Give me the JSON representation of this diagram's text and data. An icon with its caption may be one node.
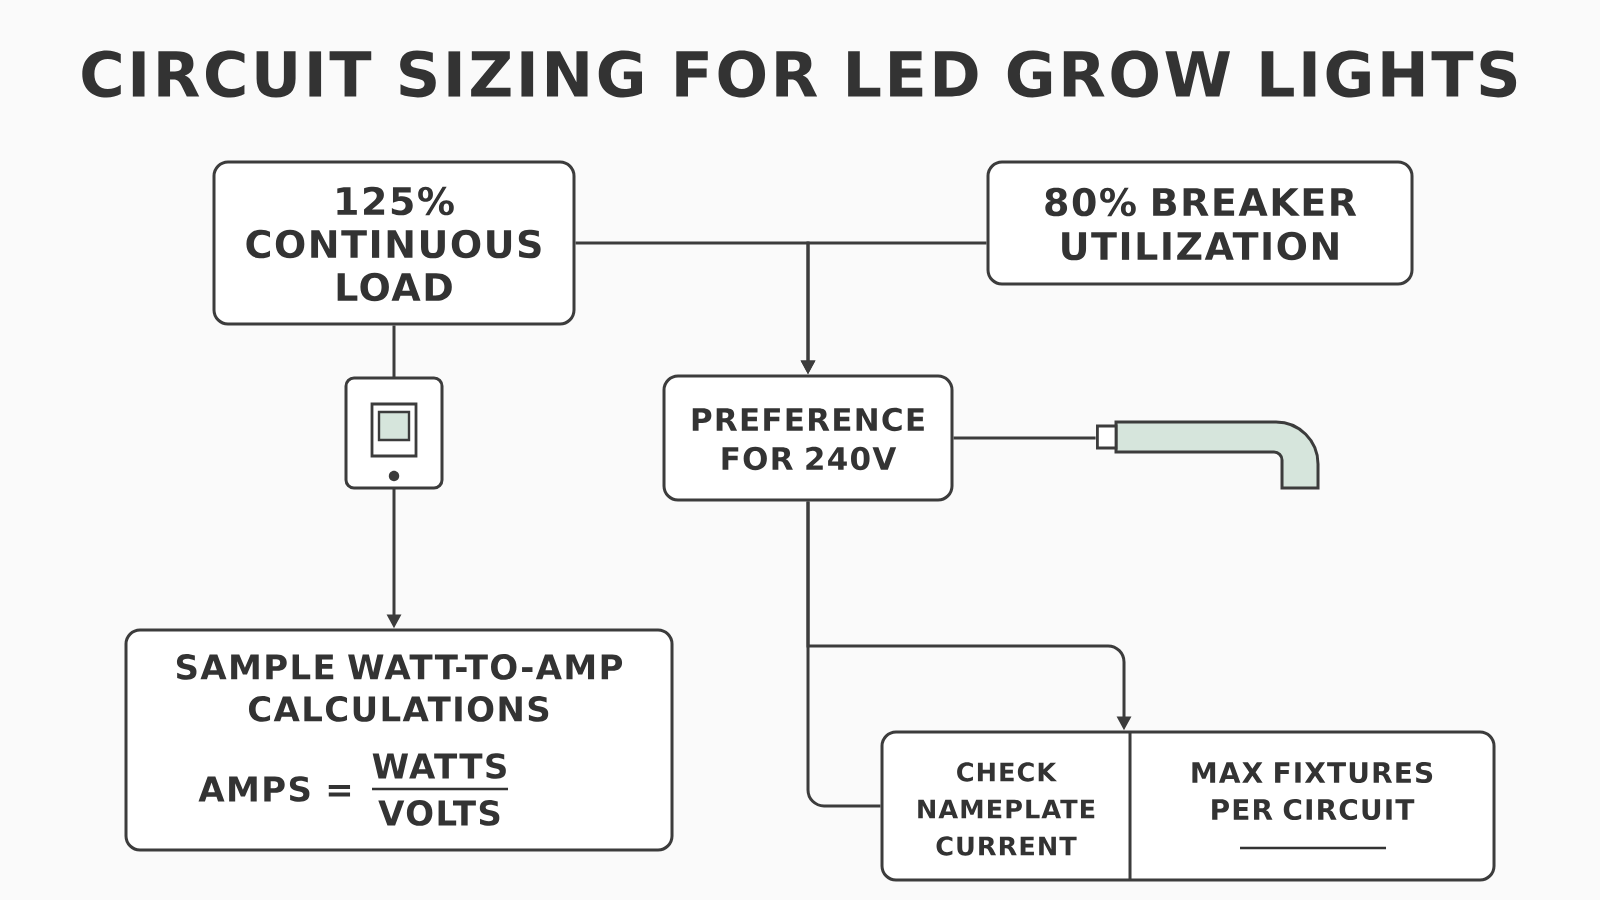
{
  "diagram": {
    "title": "CIRCUIT SIZING FOR LED GROW LIGHTS",
    "nodes": [
      {
        "text": [
          "125% CONTINUOUS LOAD"
        ]
      },
      {
        "text": [
          "80% BREAKER UTILIZATION"
        ]
      },
      {
        "text": [],
        "shape": "picture"
      },
      {
        "text": [
          "PREFERENCE FOR 240V"
        ]
      },
      {
        "text": [],
        "shape": "picture"
      },
      {
        "text": [
          "SAMPLE WATT-TO-AMP CALCULATIONS",
          "AMPS =",
          "WATTS",
          "VOLTS"
        ]
      },
      {
        "text": [
          "CHECK NAMEPLATE CURRENT",
          "MAX FIXTURES PER CIRCUIT"
        ]
      }
    ],
    "edges": [
      {
        "from": 0,
        "to": 3,
        "arrow": "to"
      },
      {
        "from": 1,
        "to": 3,
        "arrow": "to"
      },
      {
        "from": 0,
        "to": 2,
        "arrow": "none"
      },
      {
        "from": 2,
        "to": 5,
        "arrow": "to"
      },
      {
        "from": 3,
        "to": 4,
        "arrow": "none"
      },
      {
        "from": 3,
        "to": 6,
        "arrow": "to"
      },
      {
        "from": 3,
        "to": 6,
        "arrow": "none"
      }
    ]
  }
}
